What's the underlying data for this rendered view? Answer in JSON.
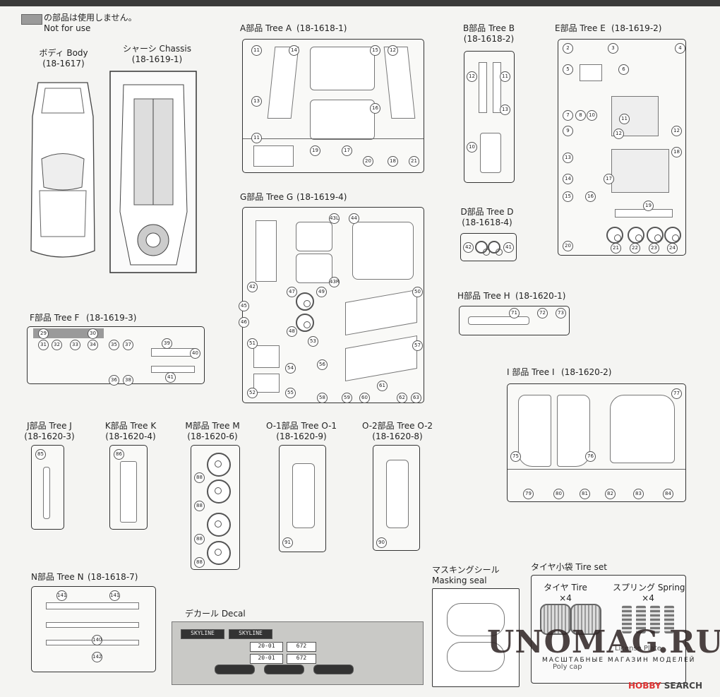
{
  "legend": {
    "jp": "の部品は使用しません。",
    "en": "Not for use"
  },
  "body": {
    "title": "ボディ Body",
    "code": "(18-1617)"
  },
  "chassis": {
    "title": "シャーシ Chassis",
    "code": "(18-1619-1)"
  },
  "tree_a": {
    "title": "A部品 Tree A",
    "code": "(18-1618-1)",
    "parts": [
      "11",
      "14",
      "15",
      "12",
      "13",
      "11",
      "16",
      "19",
      "17",
      "20",
      "18",
      "21"
    ]
  },
  "tree_b": {
    "title": "B部品 Tree B",
    "code": "(18-1618-2)",
    "parts": [
      "12",
      "11",
      "13",
      "10"
    ]
  },
  "tree_e": {
    "title": "E部品 Tree E",
    "code": "(18-1619-2)",
    "parts": [
      "2",
      "3",
      "4",
      "5",
      "6",
      "7",
      "8",
      "9",
      "10",
      "11",
      "12",
      "18",
      "13",
      "14",
      "15",
      "16",
      "17",
      "19",
      "20",
      "21",
      "22",
      "23",
      "24",
      "12"
    ]
  },
  "tree_g": {
    "title": "G部品 Tree G",
    "code": "(18-1619-4)",
    "parts": [
      "43L",
      "44",
      "43R",
      "42",
      "47",
      "49",
      "50",
      "45",
      "46",
      "48",
      "51",
      "53",
      "57",
      "54",
      "56",
      "52",
      "55",
      "58",
      "60",
      "61",
      "62",
      "63",
      "59"
    ]
  },
  "tree_d": {
    "title": "D部品 Tree D",
    "code": "(18-1618-4)",
    "parts": [
      "42",
      "41"
    ]
  },
  "tree_h": {
    "title": "H部品 Tree H",
    "code": "(18-1620-1)",
    "parts": [
      "71",
      "72",
      "73"
    ]
  },
  "tree_f": {
    "title": "F部品 Tree F",
    "code": "(18-1619-3)",
    "parts": [
      "29",
      "30",
      "31",
      "32",
      "33",
      "34",
      "35",
      "37",
      "39",
      "40",
      "36",
      "38",
      "41"
    ]
  },
  "tree_i": {
    "title": "I 部品 Tree I",
    "code": "(18-1620-2)",
    "parts": [
      "77",
      "75",
      "76",
      "79",
      "80",
      "81",
      "82",
      "83",
      "84"
    ]
  },
  "tree_j": {
    "title": "J部品 Tree J",
    "code": "(18-1620-3)",
    "parts": [
      "85"
    ]
  },
  "tree_k": {
    "title": "K部品 Tree K",
    "code": "(18-1620-4)",
    "parts": [
      "86"
    ]
  },
  "tree_m": {
    "title": "M部品 Tree M",
    "code": "(18-1620-6)",
    "parts": [
      "88",
      "88",
      "88",
      "88"
    ]
  },
  "tree_o1": {
    "title": "O-1部品 Tree O-1",
    "code": "(18-1620-9)",
    "parts": [
      "91"
    ]
  },
  "tree_o2": {
    "title": "O-2部品 Tree O-2",
    "code": "(18-1620-8)",
    "parts": [
      "90"
    ]
  },
  "tree_n": {
    "title": "N部品 Tree N",
    "code": "(18-1618-7)",
    "parts": [
      "141",
      "141",
      "140",
      "142"
    ]
  },
  "decal": {
    "title": "デカール Decal",
    "plates": [
      "20-01",
      "20-01"
    ],
    "nums": [
      "672",
      "672"
    ],
    "logo": "SKYLINE"
  },
  "masking": {
    "title_jp": "マスキングシール",
    "title_en": "Masking seal"
  },
  "tireset": {
    "title": "タイヤ小袋 Tire set",
    "tire": "タイヤ Tire",
    "tire_qty": "×4",
    "spring": "スプリング Spring",
    "spring_qty": "×4",
    "license": "License Plate",
    "polycap": "Poly cap"
  },
  "watermark": {
    "main": "UNOMAG.RU",
    "sub": "МАСШТАБНЫЕ МАГАЗИН МОДЕЛЕЙ"
  },
  "footer": {
    "brand": "HOBBY",
    "brand2": "SEARCH"
  }
}
